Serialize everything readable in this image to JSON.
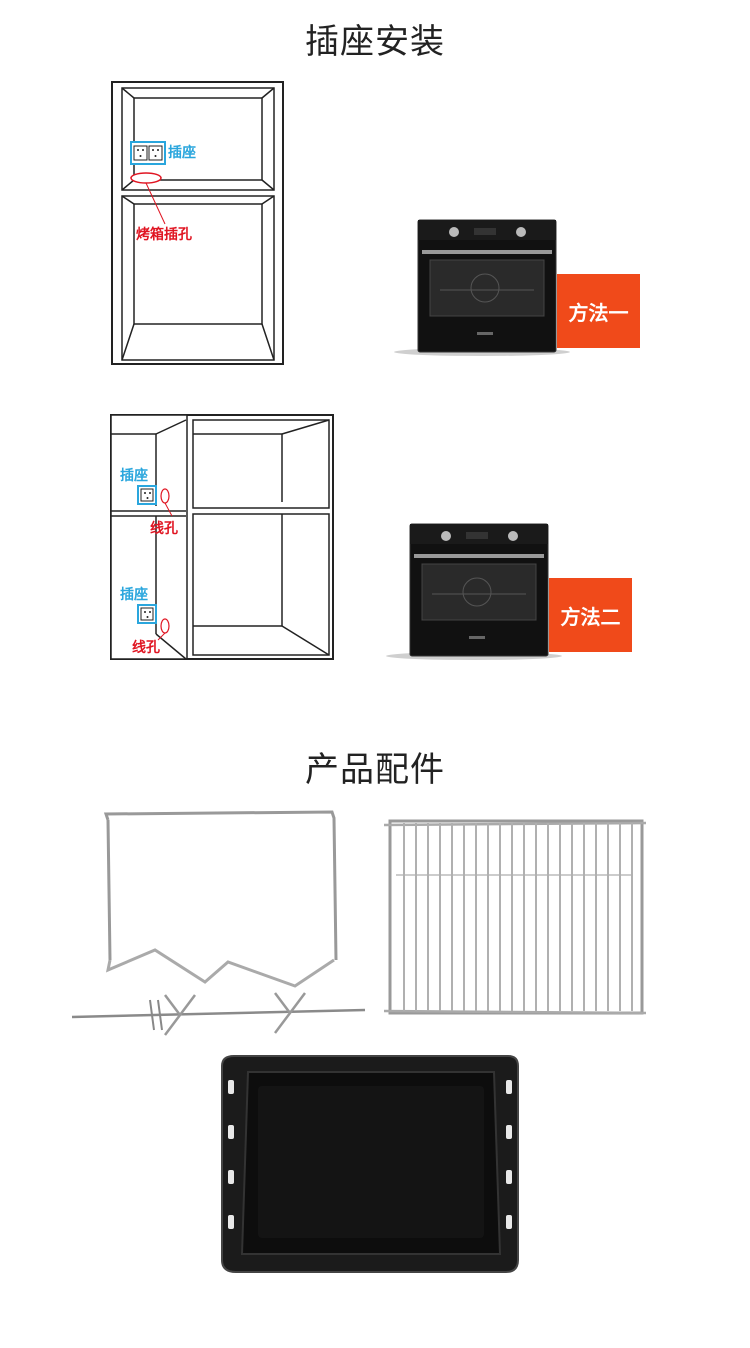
{
  "sections": {
    "install": {
      "title": "插座安装"
    },
    "accessories": {
      "title": "产品配件"
    }
  },
  "method1": {
    "tag": "方法一",
    "socket_label": "插座",
    "oven_hole_label": "烤箱插孔"
  },
  "method2": {
    "tag": "方法二",
    "socket_label_top": "插座",
    "wire_hole_top": "线孔",
    "socket_label_bottom": "插座",
    "wire_hole_bottom": "线孔"
  },
  "colors": {
    "label_blue": "#2aa6dd",
    "label_red": "#e01522",
    "tag_orange": "#f04a1a",
    "oven_body": "#111111"
  },
  "icons": {
    "oven": "oven-icon",
    "wire_rack": "wire-rack-icon",
    "rotisserie": "rotisserie-icon",
    "baking_tray": "baking-tray-icon"
  }
}
